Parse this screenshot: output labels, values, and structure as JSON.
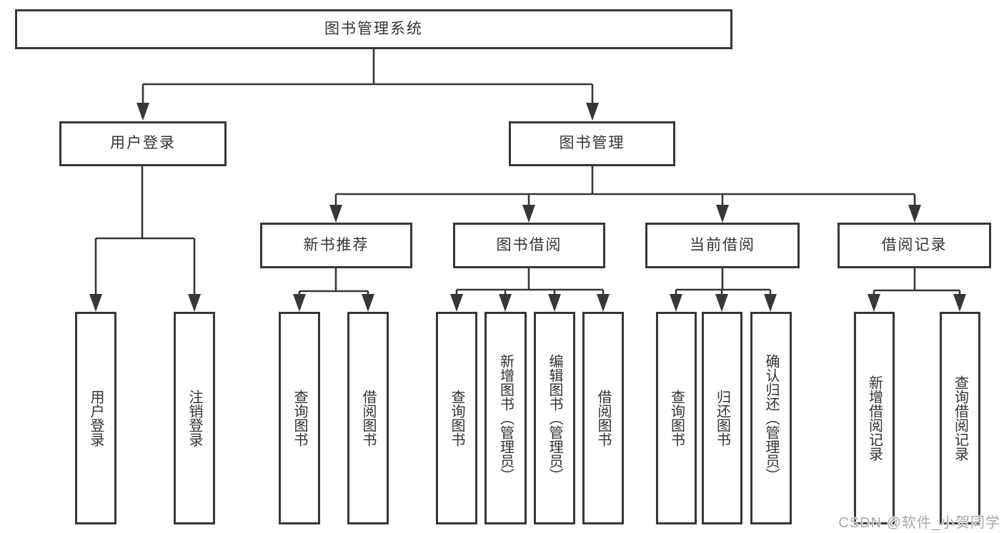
{
  "colors": {
    "line": "#373737",
    "text": "#333333",
    "watermark": "#a9a9a9",
    "bg": "#ffffff"
  },
  "diagram": {
    "root": {
      "label": "图书管理系统"
    },
    "level2": [
      {
        "label": "用户登录"
      },
      {
        "label": "图书管理"
      }
    ],
    "level3": [
      {
        "label": "新书推荐"
      },
      {
        "label": "图书借阅"
      },
      {
        "label": "当前借阅"
      },
      {
        "label": "借阅记录"
      }
    ],
    "leaves": {
      "user_login": [
        "用户登录",
        "注销登录"
      ],
      "new_book_recommend": [
        "查询图书",
        "借阅图书"
      ],
      "book_borrowing": [
        "查询图书",
        "新增图书（管理员）",
        "编辑图书（管理员）",
        "借阅图书"
      ],
      "current_borrowing": [
        "查询图书",
        "归还图书",
        "确认归还（管理员）"
      ],
      "borrowing_records": [
        "新增借阅记录",
        "查询借阅记录"
      ]
    }
  },
  "watermark": {
    "text": "CSDN @软件_小贺同学"
  }
}
